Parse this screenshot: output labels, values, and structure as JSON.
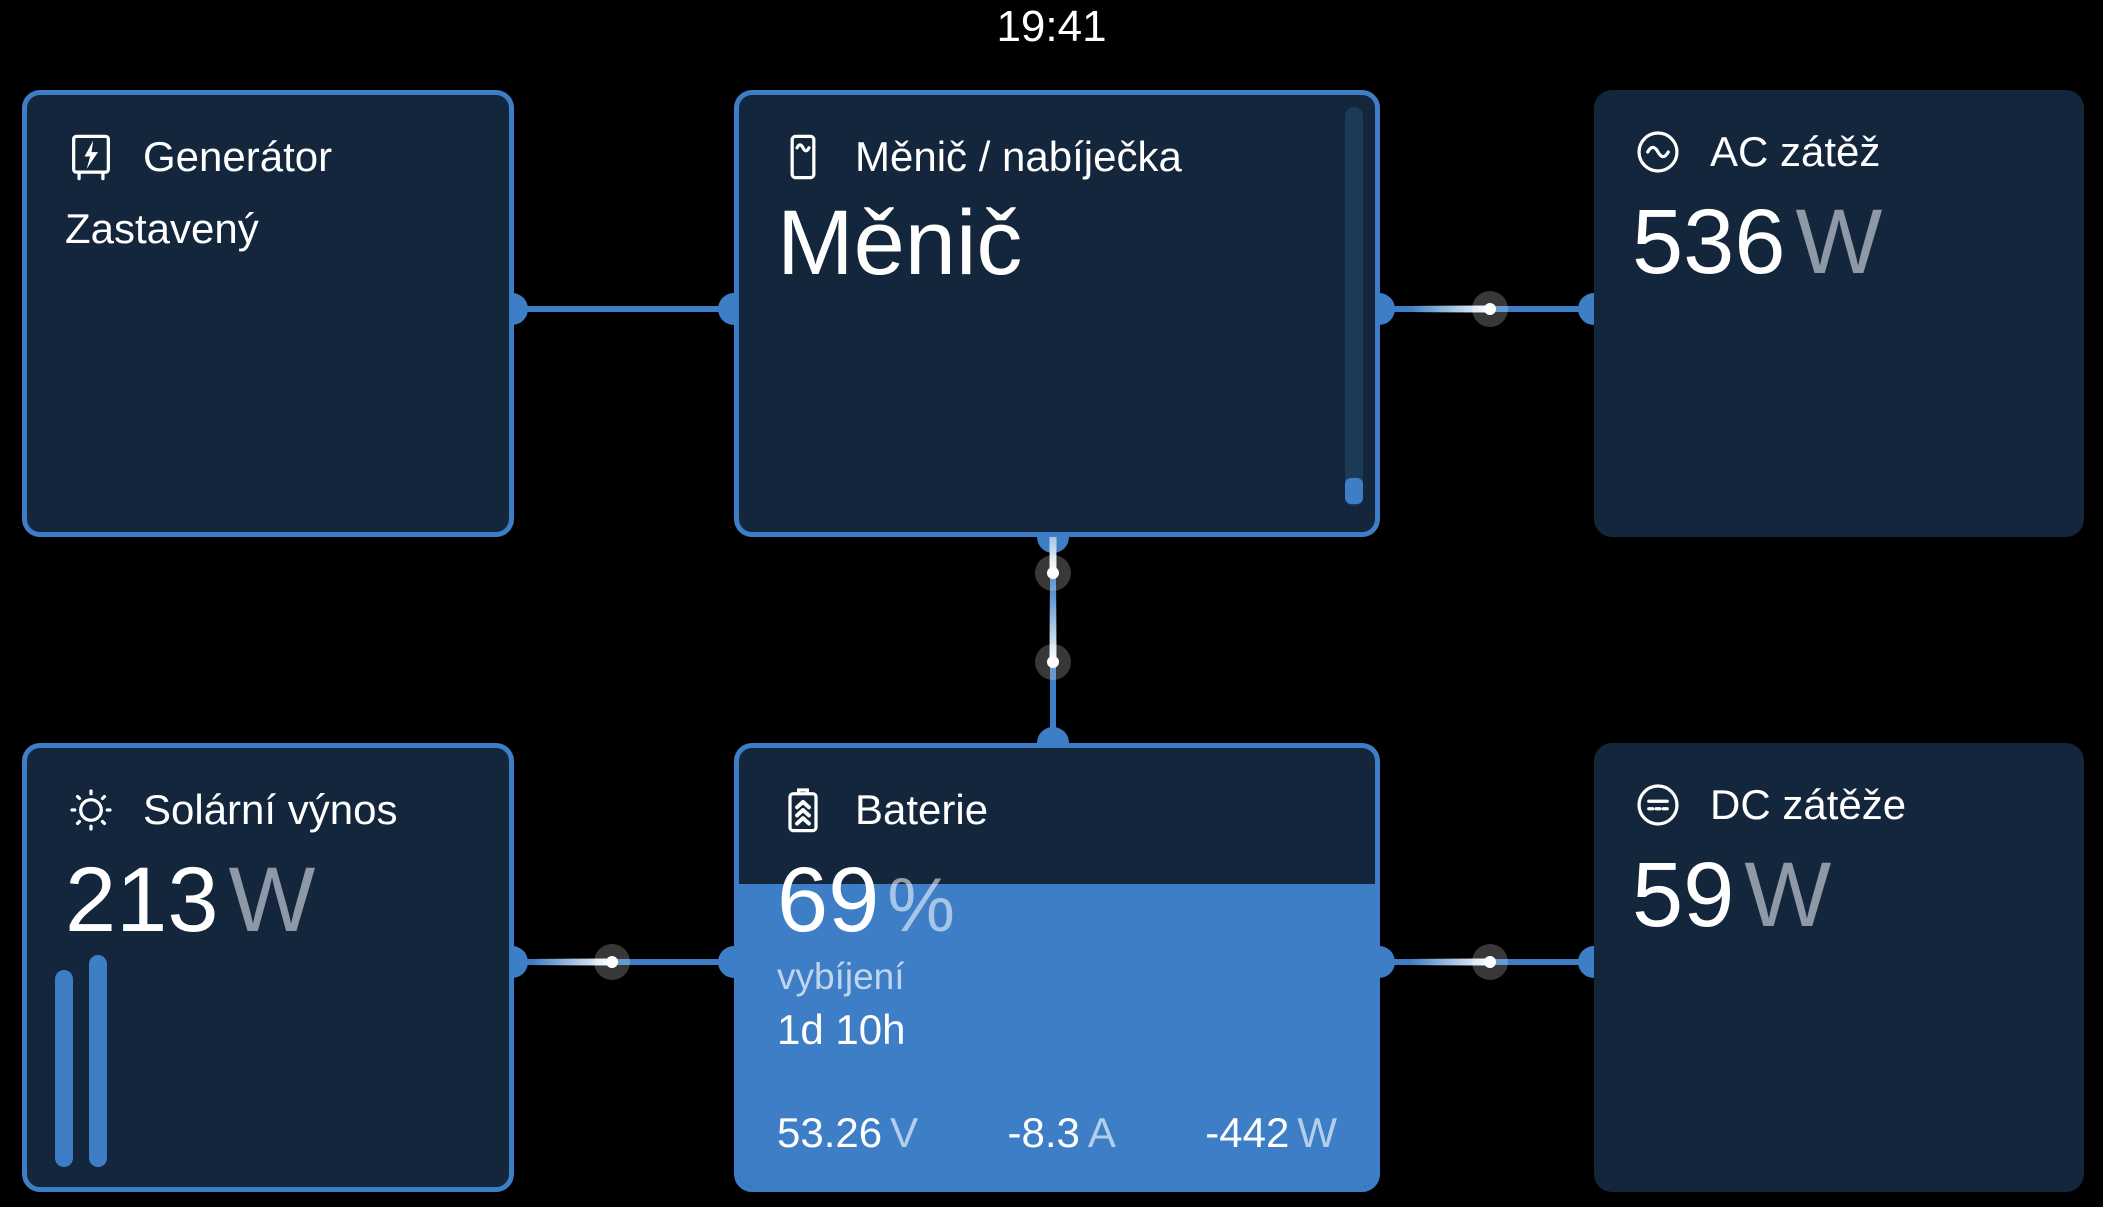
{
  "clock": "19:41",
  "colors": {
    "accent": "#3d7ec7",
    "tile_bg": "#13263c",
    "battery_fill": "#3d7ec7",
    "unit_gray": "#8d99a7",
    "gauge_track": "#1e3a59"
  },
  "tiles": {
    "generator": {
      "title": "Generátor",
      "status": "Zastavený",
      "icon": "generator-icon"
    },
    "inverter": {
      "title": "Měnič / nabíječka",
      "mode": "Měnič",
      "icon": "inverter-icon"
    },
    "ac_loads": {
      "title": "AC zátěž",
      "value": "536",
      "unit": "W",
      "icon": "ac-load-icon"
    },
    "solar": {
      "title": "Solární výnos",
      "value": "213",
      "unit": "W",
      "icon": "sun-icon",
      "bars": [
        197,
        212
      ]
    },
    "battery": {
      "title": "Baterie",
      "soc": 69,
      "soc_unit": "%",
      "state": "vybíjení",
      "time_remaining": "1d 10h",
      "voltage": "53.26",
      "voltage_unit": "V",
      "current": "-8.3",
      "current_unit": "A",
      "power": "-442",
      "power_unit": "W",
      "icon": "battery-icon"
    },
    "dc_loads": {
      "title": "DC zátěže",
      "value": "59",
      "unit": "W",
      "icon": "dc-load-icon"
    }
  }
}
